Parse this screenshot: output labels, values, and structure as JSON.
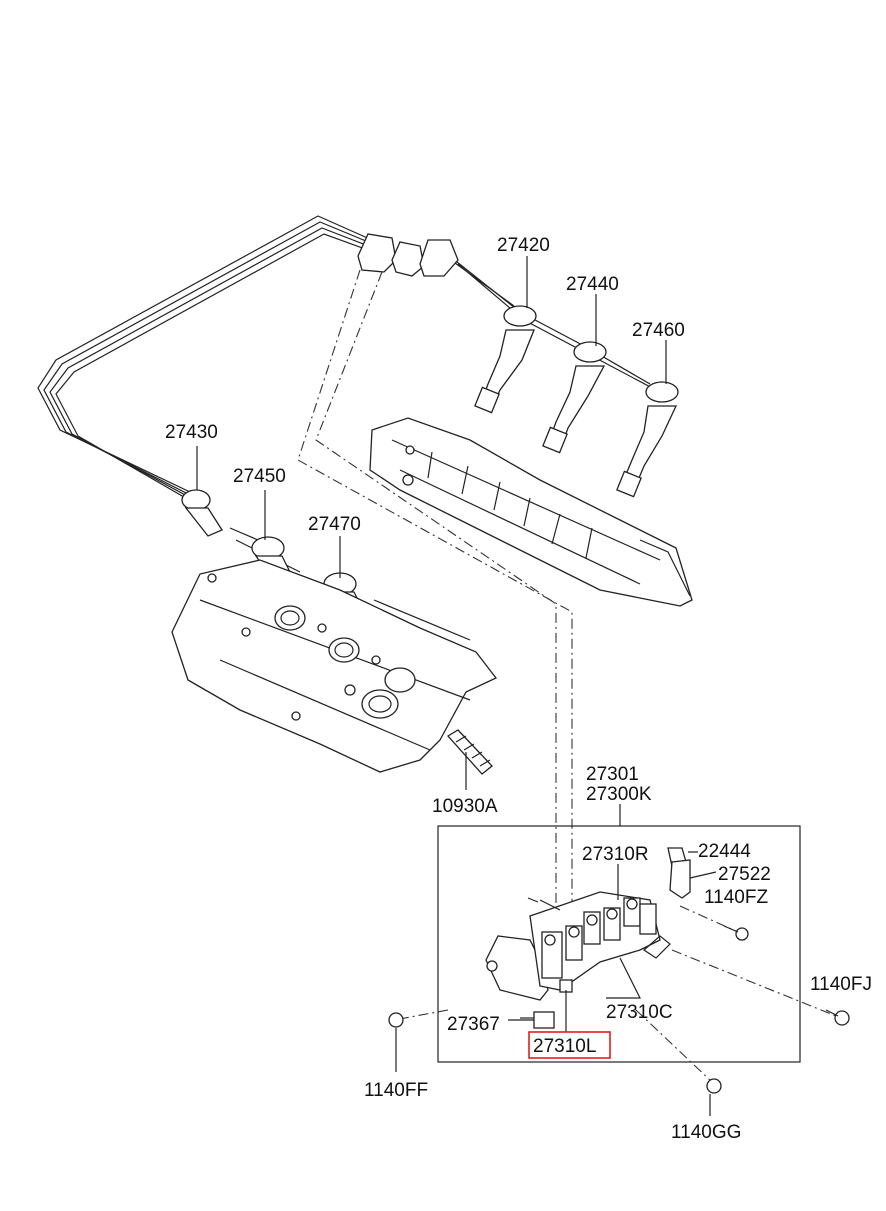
{
  "labels": {
    "p27420": "27420",
    "p27440": "27440",
    "p27460": "27460",
    "p27430": "27430",
    "p27450": "27450",
    "p27470": "27470",
    "p10930A": "10930A",
    "p27301": "27301",
    "p27300K": "27300K",
    "p27310R": "27310R",
    "p22444": "22444",
    "p27522": "27522",
    "p1140FZ": "1140FZ",
    "p1140FJ": "1140FJ",
    "p27310C": "27310C",
    "p27367": "27367",
    "p27310L": "27310L",
    "p1140FF": "1140FF",
    "p1140GG": "1140GG"
  },
  "highlight_color": "#e0201c"
}
